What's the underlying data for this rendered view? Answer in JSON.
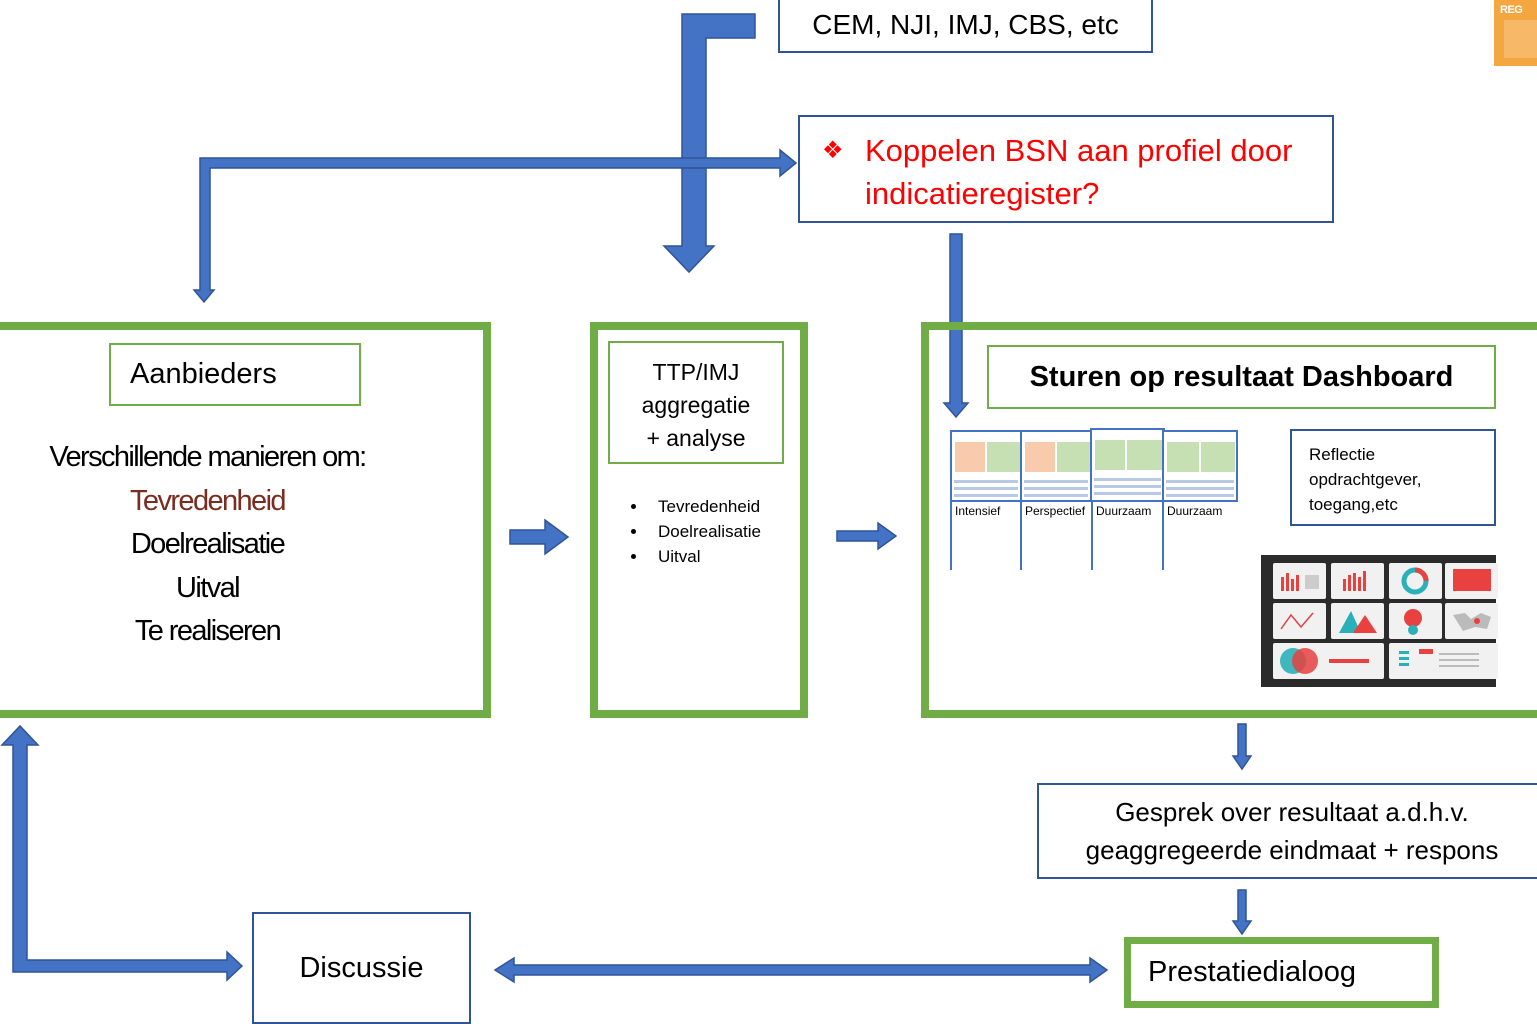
{
  "sources_box": "CEM, NJI, IMJ, CBS, etc",
  "question_box": {
    "bullet": "❖",
    "line1": "Koppelen BSN aan profiel door",
    "line2": "indicatieregister?"
  },
  "aanbieders": {
    "title": "Aanbieders",
    "intro": "Verschillende manieren om:",
    "items": [
      "Tevredenheid",
      "Doelrealisatie",
      "Uitval",
      "Te realiseren"
    ]
  },
  "ttp": {
    "title_line1": "TTP/IMJ",
    "title_line2": "aggregatie",
    "title_line3": "+ analyse",
    "bullets": [
      "Tevredenheid",
      "Doelrealisatie",
      "Uitval"
    ]
  },
  "dashboard": {
    "title": "Sturen op resultaat Dashboard",
    "thumb_labels": [
      "Intensief",
      "Perspectief",
      "Duurzaam",
      "Duurzaam"
    ],
    "reflectie": "Reflectie opdrachtgever, toegang,etc"
  },
  "gesprek": {
    "line1": "Gesprek over resultaat a.d.h.v.",
    "line2": "geaggregeerde eindmaat + respons"
  },
  "discussie": "Discussie",
  "prestatiedialoog": "Prestatiedialoog",
  "logo_text": "REG",
  "colors": {
    "arrow": "#4472C4",
    "arrow_border": "#2F5597",
    "green": "#70AD47",
    "red": "#FF0000",
    "dark_red": "#7B2C20",
    "logo_orange": "#F4A640"
  }
}
